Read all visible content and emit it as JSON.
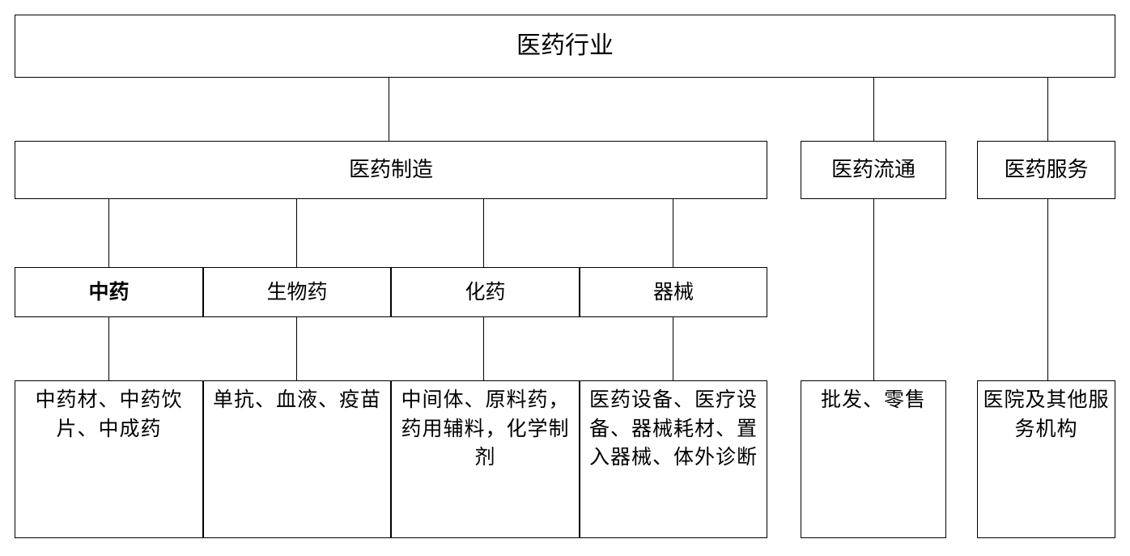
{
  "diagram": {
    "title": "医药行业",
    "type": "hierarchy-tree",
    "levels": 4,
    "root": {
      "id": "pharma-industry",
      "label": "医药行业"
    },
    "segments": [
      {
        "id": "pharma-manufacturing",
        "label": "医药制造",
        "subcategories": [
          {
            "id": "tcm",
            "label": "中药",
            "emphasis": true,
            "detail": "中药材、中药饮片、中成药"
          },
          {
            "id": "biologics",
            "label": "生物药",
            "emphasis": false,
            "detail": "单抗、血液、疫苗"
          },
          {
            "id": "chemical-drugs",
            "label": "化药",
            "emphasis": false,
            "detail": "中间体、原料药，药用辅料，化学制剂"
          },
          {
            "id": "devices",
            "label": "器械",
            "emphasis": false,
            "detail": "医药设备、医疗设备、器械耗材、置入器械、体外诊断"
          }
        ]
      },
      {
        "id": "pharma-distribution",
        "label": "医药流通",
        "detail": "批发、零售"
      },
      {
        "id": "pharma-services",
        "label": "医药服务",
        "detail": "医院及其他服务机构"
      }
    ],
    "colors": {
      "border": "#000000",
      "background": "#ffffff",
      "text": "#000000"
    }
  }
}
